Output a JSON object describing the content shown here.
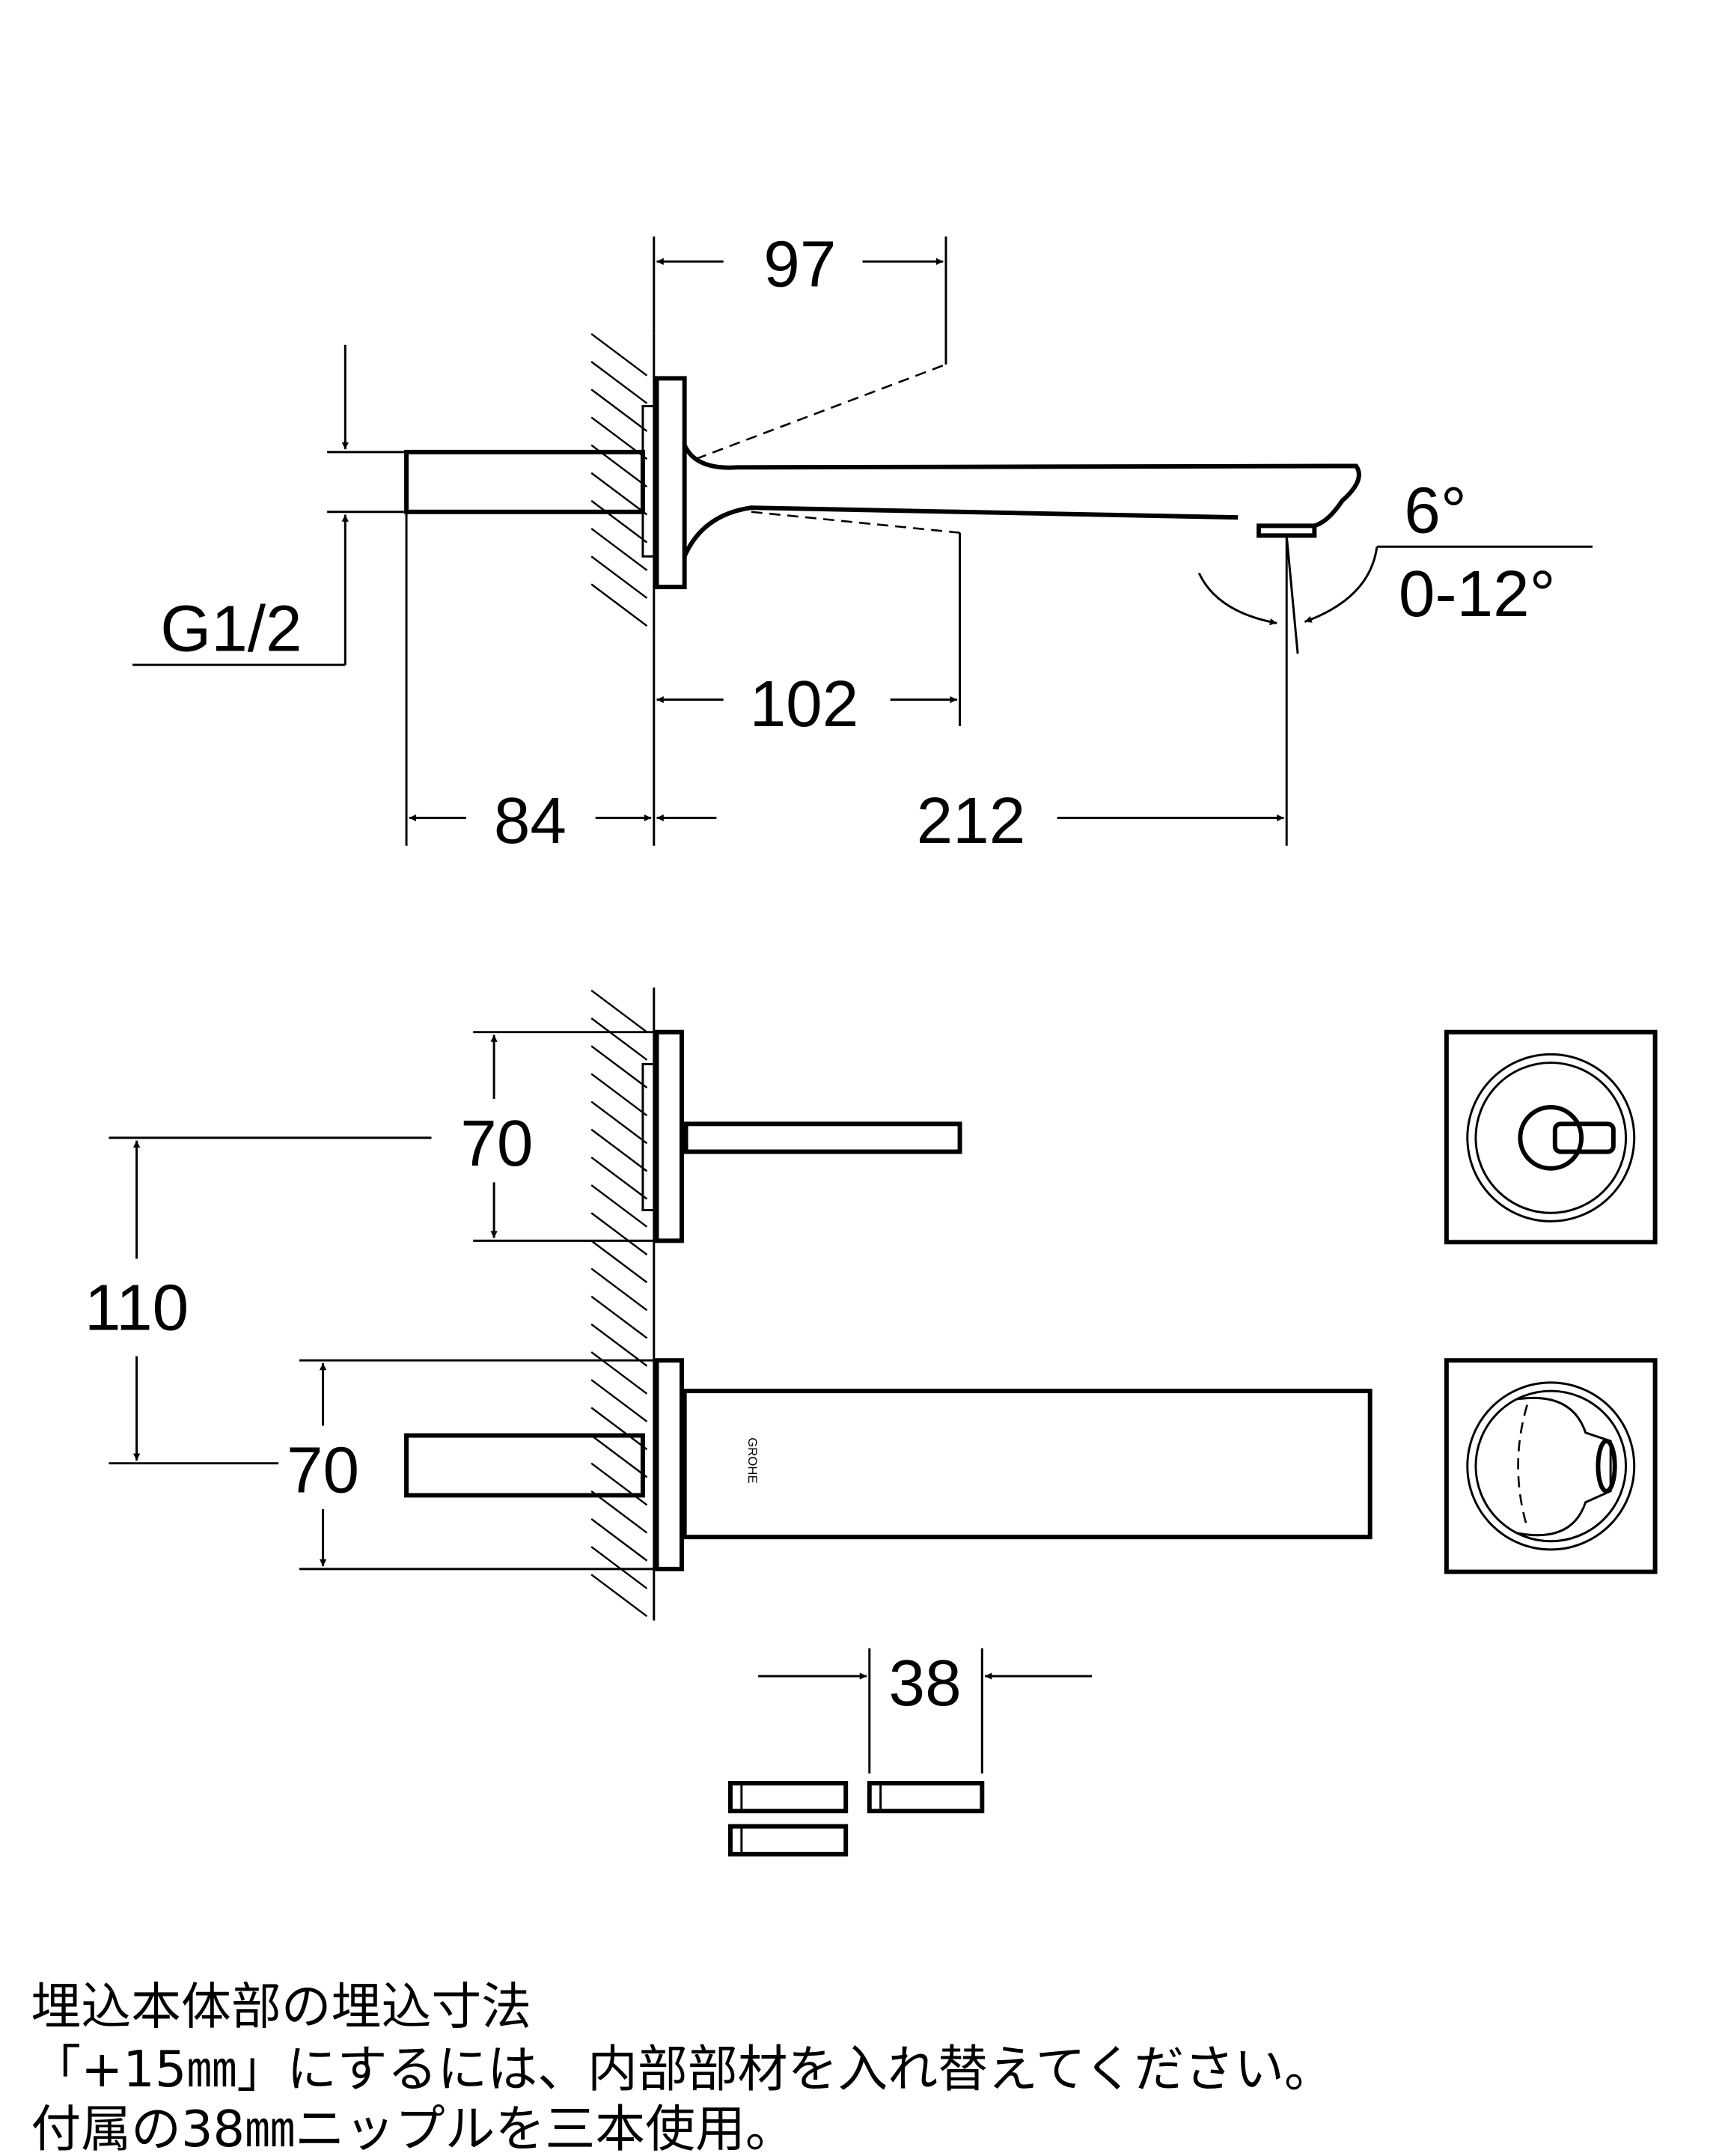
{
  "colors": {
    "line": "#000000",
    "background": "#ffffff"
  },
  "side_view": {
    "dim_spout_top": "97",
    "dim_connection": "G1/2",
    "dim_spout_bottom": "102",
    "dim_pipe": "84",
    "dim_projection": "212",
    "angle_fixed": "6°",
    "angle_range": "0-12°"
  },
  "front_view": {
    "dim_upper_plate": "70",
    "dim_center_distance": "110",
    "dim_lower_plate": "70",
    "dim_nipple": "38"
  },
  "notes": [
    "埋込本体部の埋込寸法",
    "「+15㎜」にするには、内部部材を入れ替えてください。",
    "付属の38㎜ニップルを三本使用。"
  ]
}
